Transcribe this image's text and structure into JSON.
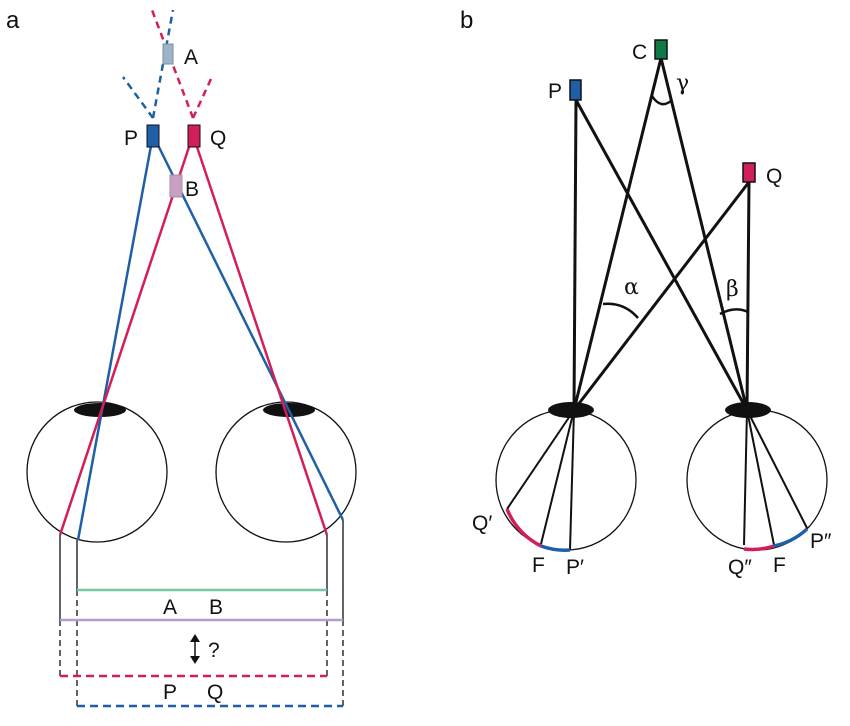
{
  "panel_a": {
    "label": "a",
    "point_labels": {
      "A": "A",
      "P": "P",
      "Q": "Q",
      "B": "B"
    },
    "bottom_labels": {
      "ab_1": "A",
      "ab_2": "B",
      "question": "?",
      "pq_1": "P",
      "pq_2": "Q"
    }
  },
  "panel_b": {
    "label": "b",
    "point_labels": {
      "C": "C",
      "P": "P",
      "Q": "Q"
    },
    "angles": {
      "gamma": "γ",
      "alpha": "α",
      "beta": "β"
    },
    "retina_labels": {
      "Q1": "Q′",
      "F1": "F",
      "P1": "P′",
      "Q2": "Q″",
      "F2": "F",
      "P2": "P″"
    }
  },
  "colors": {
    "blue": "#1f5fa8",
    "red": "#d21f5a",
    "green": "#79c7a0",
    "purple": "#b89ad2",
    "dark_green": "#0f7a45",
    "black": "#111111"
  }
}
